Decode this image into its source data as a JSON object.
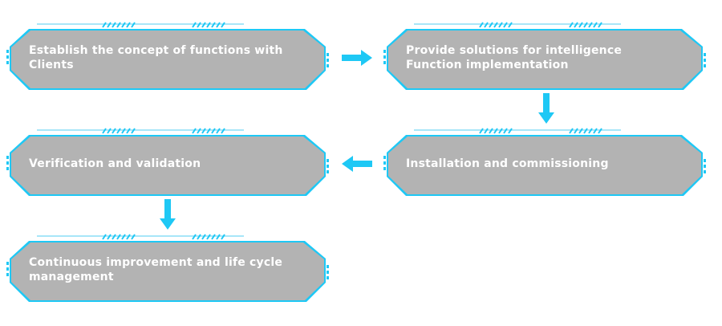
{
  "steps": [
    {
      "label": "Establish the concept of functions with Clients"
    },
    {
      "label": "Provide solutions for intelligence Function implementation"
    },
    {
      "label": "Installation and commissioning"
    },
    {
      "label": "Verification and validation"
    },
    {
      "label": "Continuous improvement and life cycle management"
    }
  ],
  "colors": {
    "panel_fill": "#b3b3b3",
    "accent": "#1ec8f5",
    "accent_light": "#a8e6f8",
    "text": "#ffffff",
    "background": "#ffffff"
  }
}
